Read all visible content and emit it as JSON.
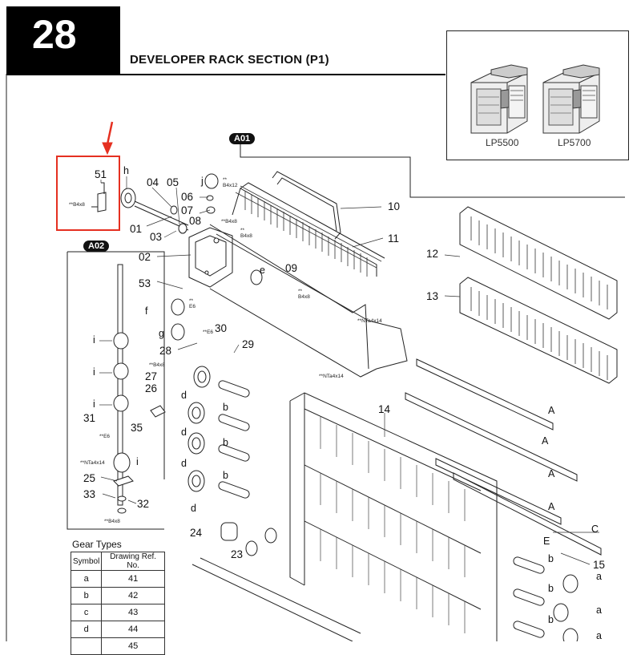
{
  "page": {
    "number": "28",
    "title": "DEVELOPER RACK SECTION (P1)"
  },
  "models": [
    {
      "label": "LP5500"
    },
    {
      "label": "LP5700"
    }
  ],
  "assemblies": {
    "a01": "A01",
    "a02": "A02"
  },
  "callouts": {
    "c01": "01",
    "c02": "02",
    "c03": "03",
    "c04": "04",
    "c05": "05",
    "c06": "06",
    "c07": "07",
    "c08": "08",
    "c09": "09",
    "c10": "10",
    "c11": "11",
    "c12": "12",
    "c13": "13",
    "c14": "14",
    "c15": "15",
    "c23": "23",
    "c24": "24",
    "c25": "25",
    "c26": "26",
    "c27": "27",
    "c28": "28",
    "c29": "29",
    "c30": "30",
    "c31": "31",
    "c32": "32",
    "c33": "33",
    "c35": "35",
    "c51": "51",
    "c53": "53"
  },
  "symbols": {
    "a": "a",
    "b": "b",
    "c": "c",
    "d": "d",
    "e": "e",
    "f": "f",
    "g": "g",
    "h": "h",
    "i": "i",
    "j": "j",
    "A": "A",
    "C": "C",
    "E": "E"
  },
  "screws": {
    "b4x8": "B4x8",
    "b4x12": "B4x12",
    "nta4x14": "NTa4x14",
    "e6": "E6",
    "stars": "**"
  },
  "gear_types": {
    "caption": "Gear Types",
    "headers": [
      "Symbol",
      "Drawing Ref. No."
    ],
    "rows": [
      {
        "symbol": "a",
        "ref": "41"
      },
      {
        "symbol": "b",
        "ref": "42"
      },
      {
        "symbol": "c",
        "ref": "43"
      },
      {
        "symbol": "d",
        "ref": "44"
      },
      {
        "symbol": "",
        "ref": "45"
      }
    ]
  },
  "colors": {
    "highlight": "#e53021",
    "ink": "#111111",
    "header_bg": "#000000"
  }
}
